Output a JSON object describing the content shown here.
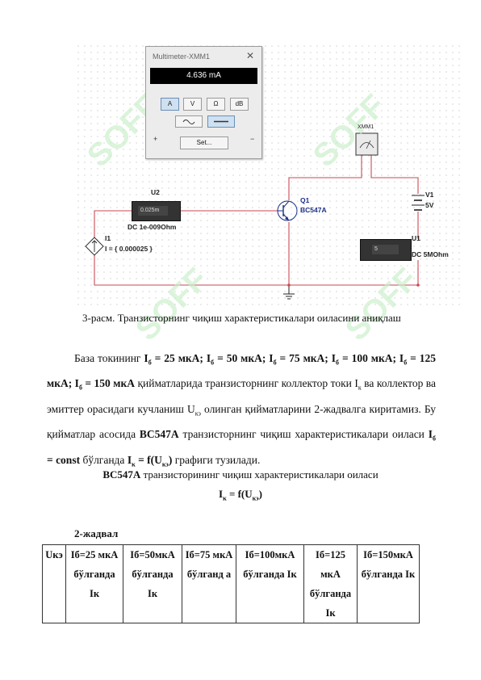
{
  "multimeter": {
    "title": "Multimeter-XMM1",
    "close": "✕",
    "reading": "4.636 mA",
    "modes": [
      "A",
      "V",
      "Ω",
      "dB"
    ],
    "active_mode": "A",
    "set_label": "Set...",
    "plus": "+",
    "minus": "−"
  },
  "circuit": {
    "xmm_label": "XMM1",
    "u2_name": "U2",
    "u2_reading": "0.025m",
    "u2_spec": "DC  1e-009Ohm",
    "i1_name": "I1",
    "i1_value": "I = { 0.000025 }",
    "q1_name": "Q1",
    "q1_model": "BC547A",
    "v1_name": "V1",
    "v1_value": "5V",
    "u1_name": "U1",
    "u1_reading": "5",
    "u1_spec": "DC  5MOhm",
    "watermark": "SOFF"
  },
  "caption": "3-расм. Транзисторнинг чиқиш характеристикалари оиласини аниқлаш",
  "paragraph": {
    "t1": "База токининг ",
    "b1": "I",
    "s1": "б",
    "b1e": " = 25 мкА; I",
    "s2": "б",
    "b2e": " = 50 мкА; I",
    "s3": "б",
    "b3e": " = 75 мкА; I",
    "s4": "б",
    "b4e": " = 100 мкА; I",
    "s5": "б",
    "b5e": " = 125 мкА; I",
    "s6": "б",
    "b6e": " = 150 мкА",
    "t2": " қийматларида транзисторнинг коллектор токи I",
    "s7": "к",
    "t3": " ва коллектор ва эмиттер орасидаги кучланиш U",
    "s8": "кэ",
    "t4": " олинган қийматларини 2-жадвалга киритамиз. Бу қийматлар асосида ",
    "b7": "BC547A",
    "t5": " транзисторнинг чиқиш характеристикалари оиласи ",
    "b8": "I",
    "s9": "б",
    "b8e": " = const",
    "t6": "  бўлганда ",
    "b9": "I",
    "s10": "к",
    "b9e": " = f(U",
    "s11": "кэ",
    "b9f": ")",
    "t7": " графиги тузилади."
  },
  "heading": {
    "line1_bold": "BC547A",
    "line1_rest": " транзисторининг чиқиш характеристикалари оиласи",
    "line2_a": "I",
    "line2_sub": "к",
    "line2_b": " = f(U",
    "line2_sub2": "кэ",
    "line2_c": ")"
  },
  "table_label": "2-жадвал",
  "table": {
    "h0": "Uкэ",
    "h1": "Iб=25 мкА бўлганда Iк",
    "h2": "Iб=50мкА бўлганда Iк",
    "h3": "Iб=75 мкА бўлганд а",
    "h4": "Iб=100мкА бўлганда Iк",
    "h5": "Iб=125 мкА бўлганда Iк",
    "h6": "Iб=150мкА бўлганда Iк"
  }
}
